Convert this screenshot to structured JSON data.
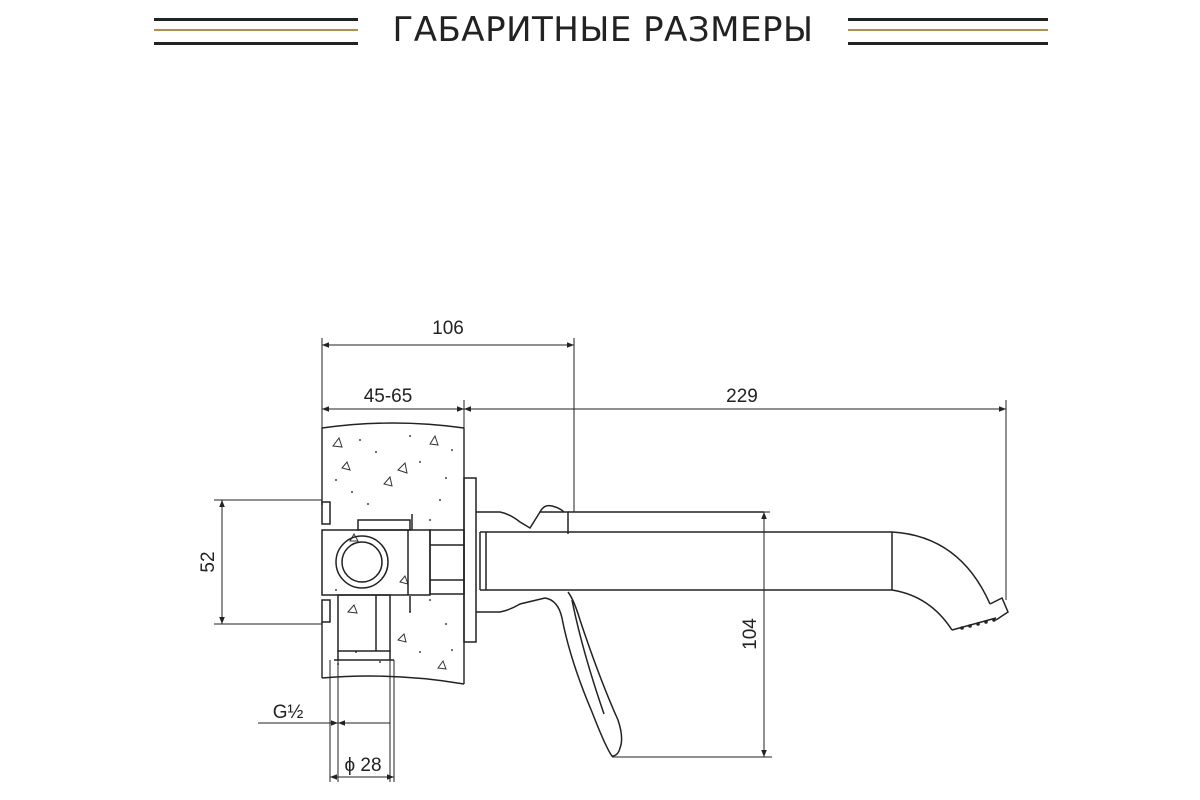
{
  "header": {
    "title": "ГАБАРИТНЫЕ РАЗМЕРЫ",
    "accent_color": "#b38f4e",
    "line_color": "#222222"
  },
  "drawing": {
    "dimensions": {
      "total_depth": "106",
      "wall_range": "45-65",
      "spout_length": "229",
      "body_height": "52",
      "overall_height": "104",
      "thread": "G½",
      "pipe_diameter": "ϕ 28"
    }
  }
}
